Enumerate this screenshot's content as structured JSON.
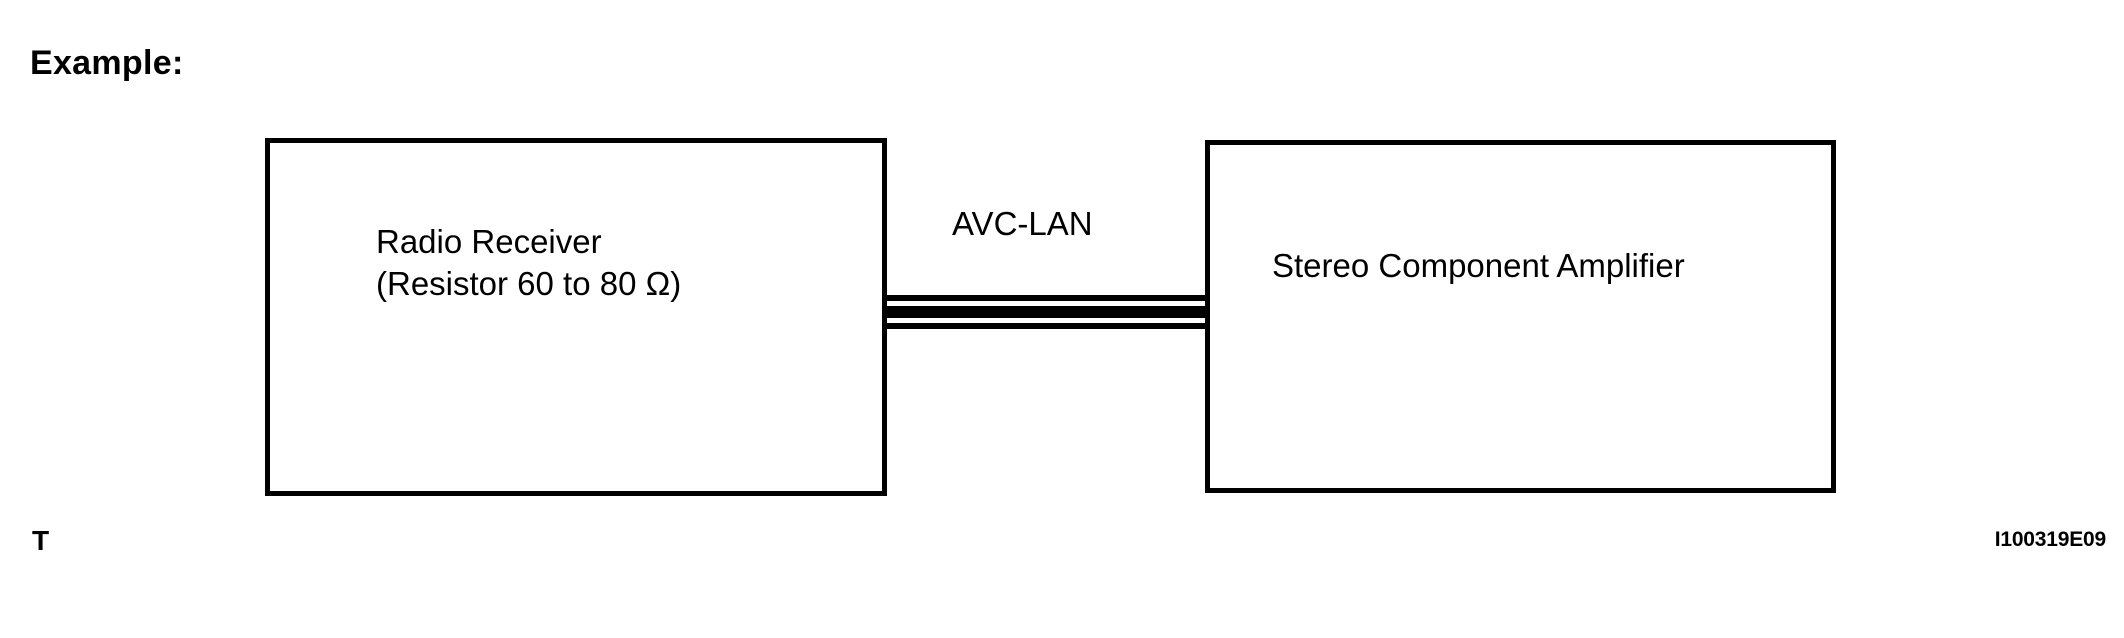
{
  "heading": {
    "label": "Example:"
  },
  "diagram": {
    "left_block": {
      "title": "Radio Receiver",
      "spec": "(Resistor 60 to 80 Ω)"
    },
    "right_block": {
      "title": "Stereo Component Amplifier"
    },
    "connector": {
      "label": "AVC-LAN",
      "wire_count": 3
    }
  },
  "footer": {
    "page_marker": "T",
    "figure_code": "I100319E09"
  },
  "colors": {
    "background": "#ffffff",
    "stroke": "#000000",
    "text": "#000000"
  }
}
